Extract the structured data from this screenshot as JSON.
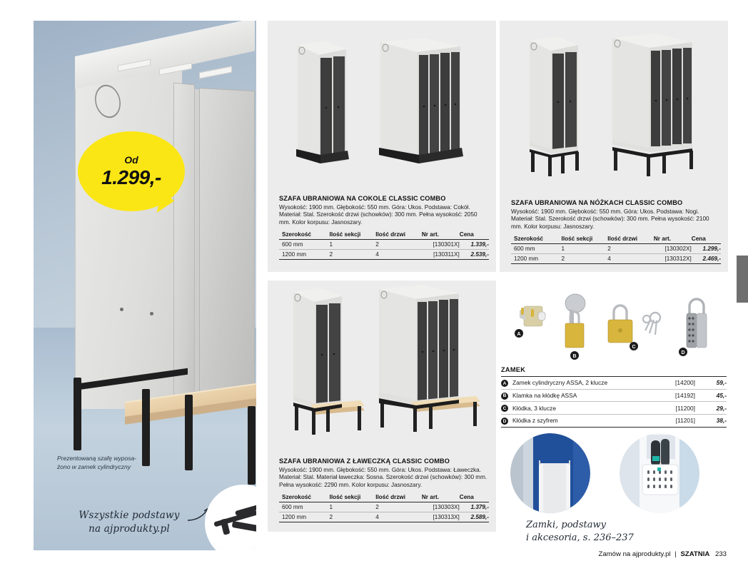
{
  "hero": {
    "badge": {
      "prefix": "Od",
      "price": "1.299,-"
    },
    "caption": "Prezentowaną szafę wyposa-\nżono w zamek cylindryczny",
    "handwritten_note": "Wszystkie podstawy\nna ajprodukty.pl",
    "bubble_color": "#fbe615"
  },
  "products": [
    {
      "title": "SZAFA UBRANIOWA NA COKOLE CLASSIC COMBO",
      "description": "Wysokość: 1900 mm. Głębokość: 550 mm. Góra: Ukos. Podstawa: Cokół. Materiał: Stal. Szerokość drzwi (schowków): 300 mm. Pełna wysokość: 2050 mm. Kolor korpusu: Jasnoszary.",
      "columns": [
        "Szerokość",
        "Ilość sekcji",
        "Ilość drzwi",
        "Nr art.",
        "Cena"
      ],
      "rows": [
        [
          "600 mm",
          "1",
          "2",
          "[130301X]",
          "1.339,-"
        ],
        [
          "1200 mm",
          "2",
          "4",
          "[130311X]",
          "2.539,-"
        ]
      ]
    },
    {
      "title": "SZAFA UBRANIOWA NA NÓŻKACH CLASSIC COMBO",
      "description": "Wysokość: 1900 mm. Głębokość: 550 mm. Góra: Ukos. Podstawa: Nogi. Materiał: Stal. Szerokość drzwi (schowków): 300 mm. Pełna wysokość: 2100 mm. Kolor korpusu: Jasnoszary.",
      "columns": [
        "Szerokość",
        "Ilość sekcji",
        "Ilość drzwi",
        "Nr art.",
        "Cena"
      ],
      "rows": [
        [
          "600 mm",
          "1",
          "2",
          "[130302X]",
          "1.299,-"
        ],
        [
          "1200 mm",
          "2",
          "4",
          "[130312X]",
          "2.469,-"
        ]
      ]
    },
    {
      "title": "SZAFA UBRANIOWA Z ŁAWECZKĄ CLASSIC COMBO",
      "description": "Wysokość: 1900 mm. Głębokość: 550 mm. Góra: Ukos. Podstawa: Ławeczka. Materiał: Stal. Materiał ławeczka: Sosna. Szerokość drzwi (schowków): 300 mm. Pełna wysokość: 2290 mm. Kolor korpusu: Jasnoszary.",
      "columns": [
        "Szerokość",
        "Ilość sekcji",
        "Ilość drzwi",
        "Nr art.",
        "Cena"
      ],
      "rows": [
        [
          "600 mm",
          "1",
          "2",
          "[130303X]",
          "1.379,-"
        ],
        [
          "1200 mm",
          "2",
          "4",
          "[130313X]",
          "2.589,-"
        ]
      ]
    }
  ],
  "locks": {
    "heading": "ZAMEK",
    "markers": [
      "A",
      "B",
      "C",
      "D"
    ],
    "rows": [
      {
        "marker": "A",
        "name": "Zamek cylindryczny ASSA, 2 klucze",
        "art": "[14200]",
        "price": "59,-"
      },
      {
        "marker": "B",
        "name": "Klamka na kłódkę ASSA",
        "art": "[14192]",
        "price": "45,-"
      },
      {
        "marker": "C",
        "name": "Kłódka, 3 klucze",
        "art": "[11200]",
        "price": "29,-"
      },
      {
        "marker": "D",
        "name": "Kłódka z szyfrem",
        "art": "[11201]",
        "price": "38,-"
      }
    ]
  },
  "bottom_note": "Zamki, podstawy\ni akcesoria, s. 236–237",
  "footer": {
    "order_text": "Zamów na ajprodukty.pl",
    "separator": "|",
    "section": "SZATNIA",
    "page_number": "233"
  }
}
